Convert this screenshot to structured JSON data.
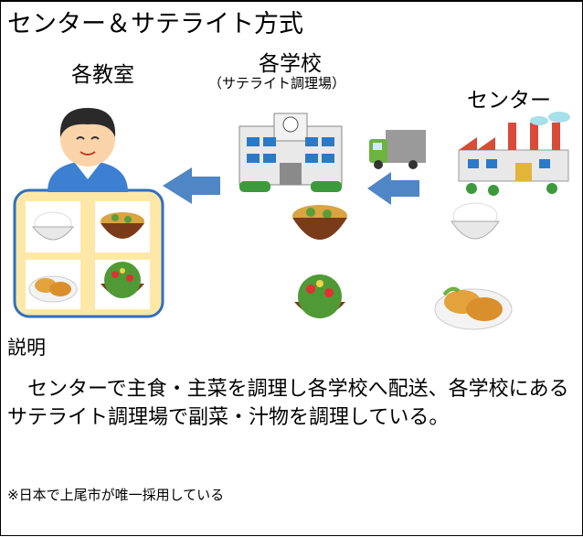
{
  "title": "センター＆サテライト方式",
  "labels": {
    "classroom": "各教室",
    "school": "各学校",
    "school_sub": "（サテライト調理場）",
    "center": "センター"
  },
  "caption": "説明",
  "description": "　センターで主食・主菜を調理し各学校へ配送、各学校にあるサテライト調理場で副菜・汁物を調理している。",
  "note": "※日本で上尾市が唯一採用している",
  "icons": [
    "student-icon",
    "school-building-icon",
    "delivery-truck-icon",
    "factory-icon",
    "rice-bowl-icon",
    "miso-soup-icon",
    "fried-cutlet-icon",
    "salad-icon",
    "arrow-left-icon"
  ]
}
